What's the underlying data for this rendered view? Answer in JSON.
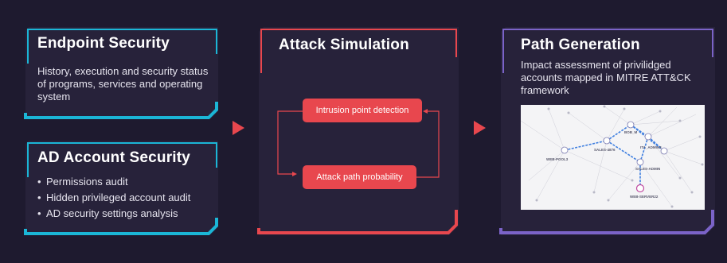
{
  "endpoint": {
    "title": "Endpoint Security",
    "description": "History, execution and security status of programs, services and operating system"
  },
  "ad_account": {
    "title": "AD Account Security",
    "items": [
      "Permissions audit",
      "Hidden privileged account audit",
      "AD security settings analysis"
    ]
  },
  "attack": {
    "title": "Attack Simulation",
    "steps": [
      "Intrusion point detection",
      "Attack path probability"
    ]
  },
  "path": {
    "title": "Path Generation",
    "description": "Impact assessment of privilidged accounts mapped in MITRE ATT&CK framework",
    "graph_labels": [
      "WEB-POOL3",
      "SALES-4876",
      "ITA_ADMIN3",
      "SALES-ADMIN",
      "WEB-SERVER22",
      "BOB_M"
    ]
  },
  "colors": {
    "background": "#1e1a2f",
    "cyan": "#1bb6d6",
    "red": "#e8474e",
    "purple": "#7b63c8"
  },
  "icons": {
    "flow_arrow": "triangle-right-icon"
  }
}
